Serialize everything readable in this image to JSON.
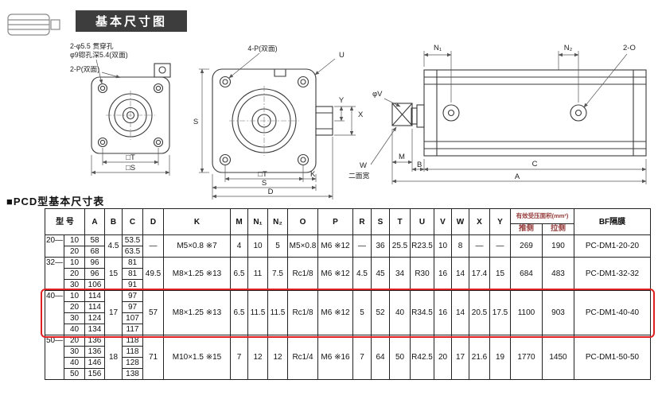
{
  "header": {
    "badge": "基本尺寸图"
  },
  "section": {
    "table_title": "■PCD型基本尺寸表"
  },
  "drawings": {
    "left_view": {
      "note_hole_1": "2-φ5.5 贯穿孔",
      "note_hole_2": "φ9锪孔深5.4(双面)",
      "note_port": "2-P(双面)",
      "dim_t": "□T",
      "dim_s": "□S"
    },
    "middle_view": {
      "note_port": "4-P(双面)",
      "dim_u": "U",
      "dim_s_left": "S",
      "dim_y": "Y",
      "dim_x": "X",
      "dim_t": "□T",
      "dim_k": "K",
      "dim_s_bottom": "S",
      "dim_d": "D"
    },
    "right_view": {
      "dim_n1": "N₁",
      "dim_n2": "N₂",
      "note_o": "2-O",
      "dim_v": "φV",
      "note_w1": "W",
      "note_w2": "二面宽",
      "dim_m": "M",
      "dim_b": "B",
      "dim_c": "C",
      "dim_a": "A"
    }
  },
  "table": {
    "headers": {
      "model": "型 号",
      "cols": [
        "A",
        "B",
        "C",
        "D",
        "K",
        "M",
        "N₁",
        "N₂",
        "O",
        "P",
        "R",
        "S",
        "T",
        "U",
        "V",
        "W",
        "X",
        "Y"
      ],
      "area": "有效受压面积(mm²)",
      "push": "推侧",
      "pull": "拉侧",
      "bf": "BF隔膜"
    },
    "groups": [
      {
        "bore": "20—",
        "highlight": false,
        "rows": [
          {
            "stroke": "10",
            "A": "58",
            "C": "53.5"
          },
          {
            "stroke": "20",
            "A": "68",
            "C": "63.5"
          }
        ],
        "B": "4.5",
        "D": "—",
        "K": "M5×0.8 ※7",
        "M": "4",
        "N1": "10",
        "N2": "5",
        "O": "M5×0.8",
        "P": "M6 ※12",
        "R": "—",
        "S": "36",
        "T": "25.5",
        "U": "R23.5",
        "V": "10",
        "W": "8",
        "X": "—",
        "Y": "—",
        "push": "269",
        "pull": "190",
        "bf": "PC-DM1-20-20"
      },
      {
        "bore": "32—",
        "highlight": false,
        "rows": [
          {
            "stroke": "10",
            "A": "96",
            "C": "81"
          },
          {
            "stroke": "20",
            "A": "96",
            "C": "81"
          },
          {
            "stroke": "30",
            "A": "106",
            "C": "91"
          }
        ],
        "B": "15",
        "D": "49.5",
        "K": "M8×1.25 ※13",
        "M": "6.5",
        "N1": "11",
        "N2": "7.5",
        "O": "Rc1/8",
        "P": "M6 ※12",
        "R": "4.5",
        "S": "45",
        "T": "34",
        "U": "R30",
        "V": "16",
        "W": "14",
        "X": "17.4",
        "Y": "15",
        "push": "684",
        "pull": "483",
        "bf": "PC-DM1-32-32"
      },
      {
        "bore": "40—",
        "highlight": true,
        "rows": [
          {
            "stroke": "10",
            "A": "114",
            "C": "97"
          },
          {
            "stroke": "20",
            "A": "114",
            "C": "97"
          },
          {
            "stroke": "30",
            "A": "124",
            "C": "107"
          },
          {
            "stroke": "40",
            "A": "134",
            "C": "117"
          }
        ],
        "B": "17",
        "D": "57",
        "K": "M8×1.25 ※13",
        "M": "6.5",
        "N1": "11.5",
        "N2": "11.5",
        "O": "Rc1/8",
        "P": "M6 ※12",
        "R": "5",
        "S": "52",
        "T": "40",
        "U": "R34.5",
        "V": "16",
        "W": "14",
        "X": "20.5",
        "Y": "17.5",
        "push": "1100",
        "pull": "903",
        "bf": "PC-DM1-40-40"
      },
      {
        "bore": "50—",
        "highlight": false,
        "rows": [
          {
            "stroke": "20",
            "A": "136",
            "C": "118"
          },
          {
            "stroke": "30",
            "A": "136",
            "C": "118"
          },
          {
            "stroke": "40",
            "A": "146",
            "C": "128"
          },
          {
            "stroke": "50",
            "A": "156",
            "C": "138"
          }
        ],
        "B": "18",
        "D": "71",
        "K": "M10×1.5 ※15",
        "M": "7",
        "N1": "12",
        "N2": "12",
        "O": "Rc1/4",
        "P": "M6 ※16",
        "R": "7",
        "S": "64",
        "T": "50",
        "U": "R42.5",
        "V": "20",
        "W": "17",
        "X": "21.6",
        "Y": "19",
        "push": "1770",
        "pull": "1450",
        "bf": "PC-DM1-50-50"
      }
    ]
  },
  "colors": {
    "highlight_border": "#e02020",
    "badge_bg": "#3d3d3d",
    "line": "#3a3a3a"
  }
}
